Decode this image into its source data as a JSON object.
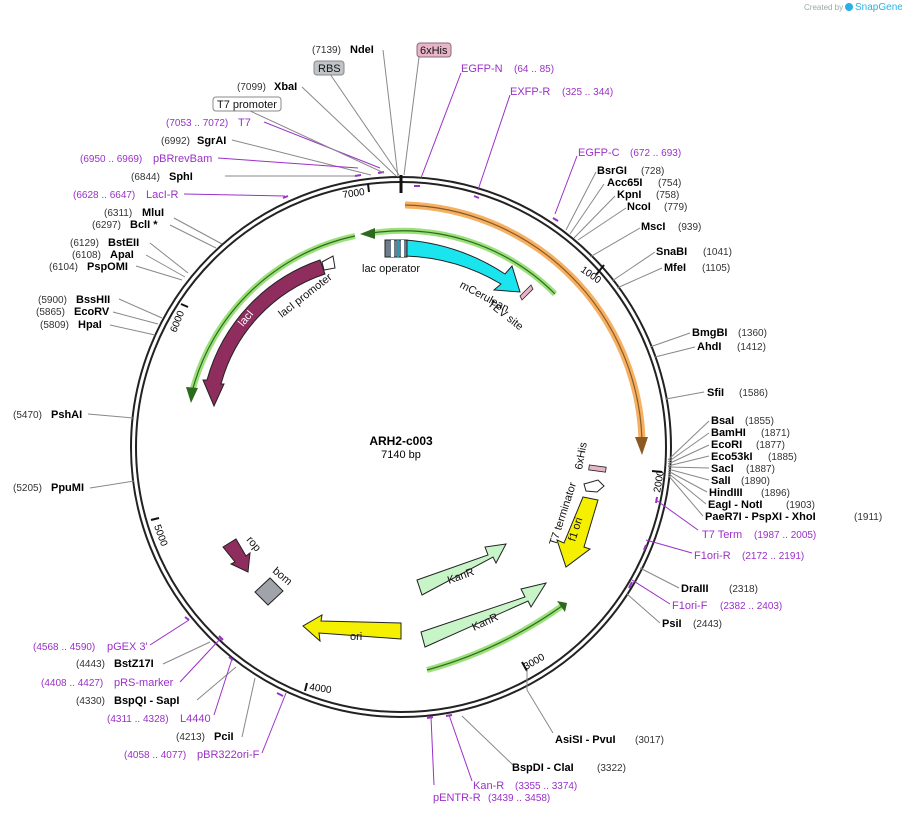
{
  "credit": {
    "created_by": "Created by",
    "brand": "SnapGene"
  },
  "plasmid": {
    "name": "ARH2-c003",
    "size": "7140 bp"
  },
  "ruler": [
    "1000",
    "2000",
    "3000",
    "4000",
    "5000",
    "6000",
    "7000"
  ],
  "enzymes": [
    {
      "name": "NdeI",
      "pos": "(7139)"
    },
    {
      "name": "XbaI",
      "pos": "(7099)"
    },
    {
      "name": "SgrAI",
      "pos": "(6992)"
    },
    {
      "name": "SphI",
      "pos": "(6844)"
    },
    {
      "name": "MluI",
      "pos": "(6311)"
    },
    {
      "name": "BclI *",
      "pos": "(6297)"
    },
    {
      "name": "BstEII",
      "pos": "(6129)"
    },
    {
      "name": "ApaI",
      "pos": "(6108)"
    },
    {
      "name": "PspOMI",
      "pos": "(6104)"
    },
    {
      "name": "BssHII",
      "pos": "(5900)"
    },
    {
      "name": "EcoRV",
      "pos": "(5865)"
    },
    {
      "name": "HpaI",
      "pos": "(5809)"
    },
    {
      "name": "PshAI",
      "pos": "(5470)"
    },
    {
      "name": "PpuMI",
      "pos": "(5205)"
    },
    {
      "name": "BstZ17I",
      "pos": "(4443)"
    },
    {
      "name": "BspQI  - SapI",
      "pos": "(4330)"
    },
    {
      "name": "PciI",
      "pos": "(4213)"
    },
    {
      "name": "BsrGI",
      "pos": "(728)"
    },
    {
      "name": "Acc65I",
      "pos": "(754)"
    },
    {
      "name": "KpnI",
      "pos": "(758)"
    },
    {
      "name": "NcoI",
      "pos": "(779)"
    },
    {
      "name": "MscI",
      "pos": "(939)"
    },
    {
      "name": "SnaBI",
      "pos": "(1041)"
    },
    {
      "name": "MfeI",
      "pos": "(1105)"
    },
    {
      "name": "BmgBI",
      "pos": "(1360)"
    },
    {
      "name": "AhdI",
      "pos": "(1412)"
    },
    {
      "name": "SfiI",
      "pos": "(1586)"
    },
    {
      "name": "BsaI",
      "pos": "(1855)"
    },
    {
      "name": "BamHI",
      "pos": "(1871)"
    },
    {
      "name": "EcoRI",
      "pos": "(1877)"
    },
    {
      "name": "Eco53kI",
      "pos": "(1885)"
    },
    {
      "name": "SacI",
      "pos": "(1887)"
    },
    {
      "name": "SalI",
      "pos": "(1890)"
    },
    {
      "name": "HindIII",
      "pos": "(1896)"
    },
    {
      "name": "EagI  - NotI",
      "pos": "(1903)"
    },
    {
      "name": "PaeR7I  - PspXI  - XhoI",
      "pos": "(1911)"
    },
    {
      "name": "DraIII",
      "pos": "(2318)"
    },
    {
      "name": "PsiI",
      "pos": "(2443)"
    },
    {
      "name": "AsiSI  - PvuI",
      "pos": "(3017)"
    },
    {
      "name": "BspDI  - ClaI",
      "pos": "(3322)"
    }
  ],
  "primers": [
    {
      "name": "T7",
      "pos": "(7053 .. 7072)"
    },
    {
      "name": "pBRrevBam",
      "pos": "(6950 .. 6969)"
    },
    {
      "name": "LacI-R",
      "pos": "(6628 .. 6647)"
    },
    {
      "name": "EGFP-N",
      "pos": "(64 .. 85)"
    },
    {
      "name": "EXFP-R",
      "pos": "(325 .. 344)"
    },
    {
      "name": "EGFP-C",
      "pos": "(672 .. 693)"
    },
    {
      "name": "T7 Term",
      "pos": "(1987 .. 2005)"
    },
    {
      "name": "F1ori-R",
      "pos": "(2172 .. 2191)"
    },
    {
      "name": "F1ori-F",
      "pos": "(2382 .. 2403)"
    },
    {
      "name": "Kan-R",
      "pos": "(3355 .. 3374)"
    },
    {
      "name": "pENTR-R",
      "pos": "(3439 .. 3458)"
    },
    {
      "name": "pGEX 3'",
      "pos": "(4568 .. 4590)"
    },
    {
      "name": "pRS-marker",
      "pos": "(4408 .. 4427)"
    },
    {
      "name": "L4440",
      "pos": "(4311 .. 4328)"
    },
    {
      "name": "pBR322ori-F",
      "pos": "(4058 .. 4077)"
    }
  ],
  "boxed_features": [
    "6xHis",
    "RBS",
    "T7 promoter"
  ],
  "features": [
    "lac operator",
    "mCerulean",
    "TEV site",
    "lacI",
    "lacI promoter",
    "6xHis",
    "T7 terminator",
    "f1 ori",
    "KanR",
    "KanR",
    "ori",
    "rop",
    "bom"
  ],
  "colors": {
    "primer": "#9b30c8",
    "lacI": "#8e2d5e",
    "mCerulean": "#1ae5ef",
    "KanR": "#c8f5c8",
    "ori": "#f5f000",
    "orf_green": "#9be07a",
    "orf_orange": "#f5b063",
    "bom": "#a0a4aa",
    "his_box": "#e8b4c8",
    "rbs_box": "#c0c4c8"
  }
}
